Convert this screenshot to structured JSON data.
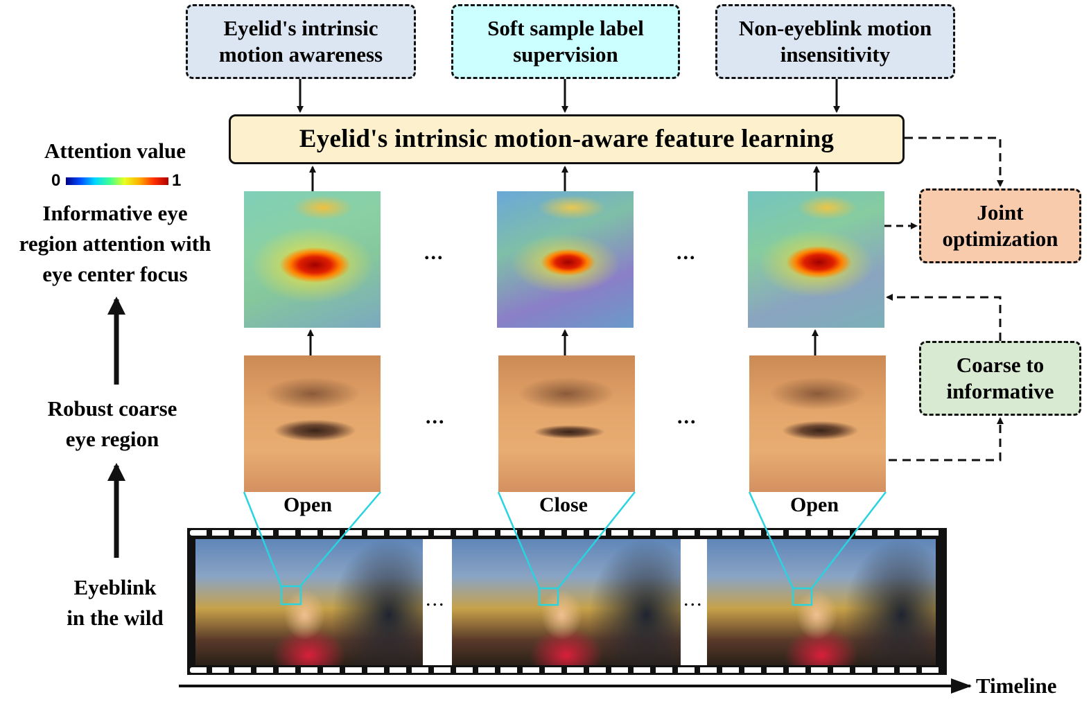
{
  "top_boxes": [
    {
      "text": "Eyelid's intrinsic\nmotion awareness",
      "color": "#dce6f2"
    },
    {
      "text": "Soft sample label\nsupervision",
      "color": "#ccffff"
    },
    {
      "text": "Non-eyeblink motion\ninsensitivity",
      "color": "#dce6f2"
    }
  ],
  "main_box": {
    "text": "Eyelid's intrinsic motion-aware feature learning",
    "color": "#fdf0cc"
  },
  "joint_box": {
    "text": "Joint\noptimization",
    "color": "#f8cbad"
  },
  "coarse_box": {
    "text": "Coarse to\ninformative",
    "color": "#d9ead3"
  },
  "attention_legend": {
    "title": "Attention value",
    "min": "0",
    "max": "1"
  },
  "left_labels": {
    "informative": "Informative eye\nregion attention with\neye center focus",
    "robust": "Robust coarse\neye region",
    "wild": "Eyeblink\nin the wild"
  },
  "frames": [
    {
      "state": "Open"
    },
    {
      "state": "Close"
    },
    {
      "state": "Open"
    }
  ],
  "ellipsis": "...",
  "timeline": "Timeline",
  "colors": {
    "zoom_line": "#29d3e0",
    "arrow": "#111111"
  }
}
